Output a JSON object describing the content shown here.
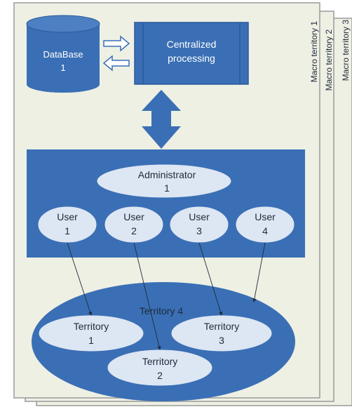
{
  "macro_territories": [
    {
      "label": "Macro territory 1"
    },
    {
      "label": "Macro territory 2"
    },
    {
      "label": "Macro territory 3"
    }
  ],
  "database": {
    "line1": "DataBase",
    "line2": "1"
  },
  "processing": {
    "line1": "Centralized",
    "line2": "processing"
  },
  "administrator": {
    "line1": "Administrator",
    "line2": "1"
  },
  "users": [
    {
      "line1": "User",
      "line2": "1"
    },
    {
      "line1": "User",
      "line2": "2"
    },
    {
      "line1": "User",
      "line2": "3"
    },
    {
      "line1": "User",
      "line2": "4"
    }
  ],
  "territory_outer": {
    "label": "Territory 4"
  },
  "territories": [
    {
      "line1": "Territory",
      "line2": "1"
    },
    {
      "line1": "Territory",
      "line2": "3"
    },
    {
      "line1": "Territory",
      "line2": "2"
    }
  ],
  "colors": {
    "panel_fill": "#eef0e4",
    "panel_border": "#9a9a9a",
    "blue": "#3a6fb5",
    "blue_dark": "#2a5a9c",
    "ellipse_fill": "#dde6f3"
  }
}
